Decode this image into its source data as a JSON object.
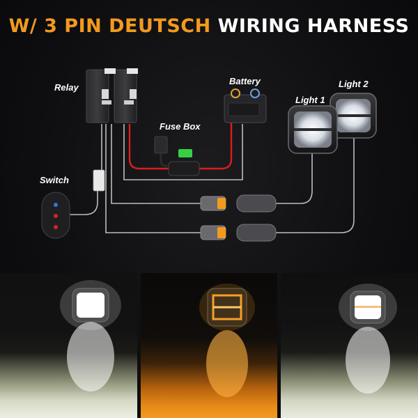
{
  "header": {
    "title_part1": "W/ 3 PIN DEUTSCH",
    "title_part2": "WIRING HARNESS",
    "accent_color": "#f29a1e",
    "text_color": "#ffffff"
  },
  "diagram": {
    "labels": {
      "relay": "Relay",
      "battery": "Battery",
      "fuse_box": "Fuse Box",
      "switch": "Switch",
      "light1": "Light 1",
      "light2": "Light 2"
    },
    "wire_colors": {
      "power": "#d81e1e",
      "signal": "#bdbdbd"
    }
  },
  "photos": [
    {
      "id": "white-light",
      "beam_color": "#ffffff"
    },
    {
      "id": "amber-light",
      "beam_color": "#f39a22"
    },
    {
      "id": "white-light-2",
      "beam_color": "#ffffff"
    }
  ]
}
